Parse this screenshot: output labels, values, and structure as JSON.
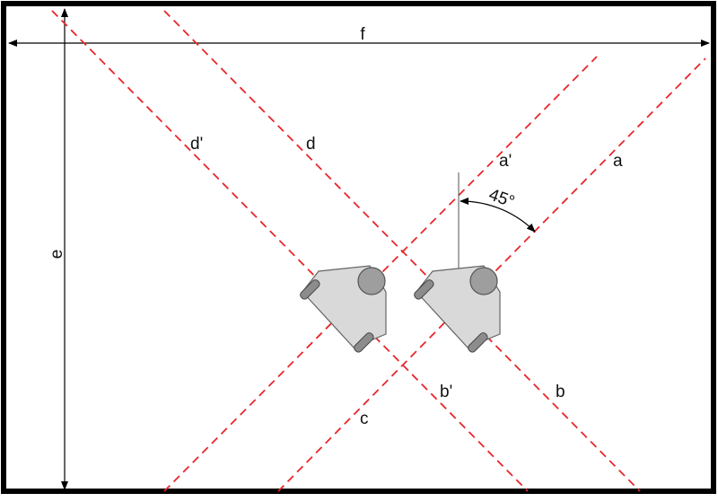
{
  "diagram": {
    "dimensions": {
      "width_label": "f",
      "height_label": "e"
    },
    "lines": [
      {
        "id": "a",
        "label": "a"
      },
      {
        "id": "a_prime",
        "label": "a'"
      },
      {
        "id": "b",
        "label": "b"
      },
      {
        "id": "b_prime",
        "label": "b'"
      },
      {
        "id": "c",
        "label": "c"
      },
      {
        "id": "d",
        "label": "d"
      },
      {
        "id": "d_prime",
        "label": "d'"
      }
    ],
    "angle": {
      "label": "45°"
    },
    "colors": {
      "frame": "#000000",
      "dashed_line": "#e8262a",
      "robot_body": "#d9d9d9",
      "robot_wheel": "#8c8c8c",
      "dimension": "#000000"
    }
  }
}
